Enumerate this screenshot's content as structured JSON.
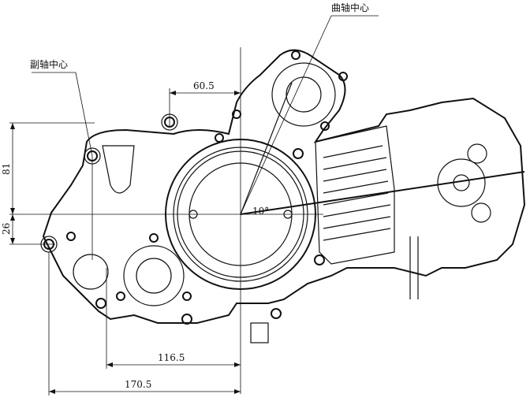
{
  "labels": {
    "crankshaft_center": "曲轴中心",
    "countershaft_center": "副轴中心",
    "angle": "10°"
  },
  "dimensions": {
    "horizontal_top": "60.5",
    "vertical_upper": "81",
    "vertical_lower": "26",
    "horizontal_mid": "116.5",
    "horizontal_bottom": "170.5"
  }
}
